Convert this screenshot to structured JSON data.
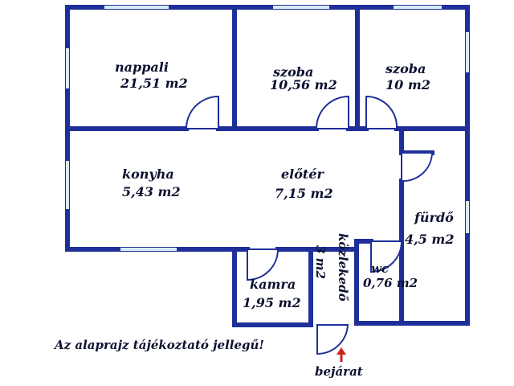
{
  "rooms": {
    "nappali": {
      "name": "nappali",
      "area": "21,51 m2"
    },
    "szoba1": {
      "name": "szoba",
      "area": "10,56 m2"
    },
    "szoba2": {
      "name": "szoba",
      "area": "10 m2"
    },
    "konyha": {
      "name": "konyha",
      "area": "5,43 m2"
    },
    "eloter": {
      "name": "előtér",
      "area": "7,15 m2"
    },
    "furdo": {
      "name": "fürdő",
      "area": "4,5 m2"
    },
    "kozlekedo": {
      "name": "közlekedő",
      "area": "3 m2"
    },
    "wc": {
      "name": "wc",
      "area": "0,76 m2"
    },
    "kamra": {
      "name": "kamra",
      "area": "1,95 m2"
    }
  },
  "notice": "Az alaprajz tájékoztató jellegű!",
  "entrance": {
    "label": "bejárat"
  },
  "colors": {
    "wall": "#1f2f9a",
    "window": "#d8ecf7",
    "text": "#0b1030",
    "arrow": "#cc2222"
  }
}
